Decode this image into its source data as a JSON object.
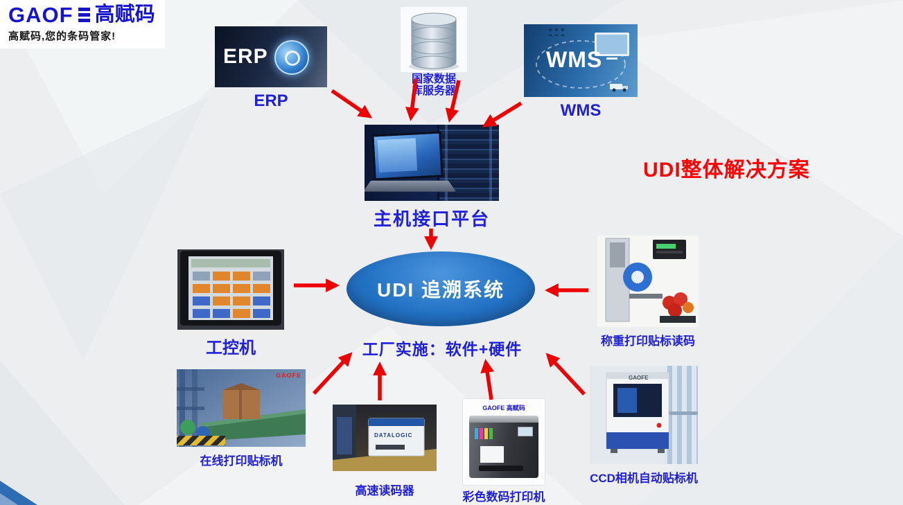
{
  "logo": {
    "brand_en": "GAOF",
    "brand_cn": "高赋码",
    "tagline": "高赋码,您的条码管家!"
  },
  "title": "UDI整体解决方案",
  "center": {
    "ellipse_label": "UDI 追溯系统",
    "implementation": "工厂实施：软件+硬件"
  },
  "nodes": {
    "erp": {
      "label": "ERP",
      "img_text": "ERP"
    },
    "database": {
      "label": "国家数据\n库服务器"
    },
    "wms": {
      "label": "WMS",
      "img_text": "WMS"
    },
    "host": {
      "label": "主机接口平台"
    },
    "ipc": {
      "label": "工控机"
    },
    "weigher": {
      "label": "称重打印贴标读码"
    },
    "inline_labeler": {
      "label": "在线打印贴标机",
      "img_text": "GAOFE"
    },
    "reader": {
      "label": "高速读码器",
      "img_text": "DATALOGIC"
    },
    "color_printer": {
      "label": "彩色数码打印机",
      "img_text": "GAOFE 高赋码"
    },
    "ccd": {
      "label": "CCD相机自动贴标机",
      "img_text": "GAOFE"
    }
  },
  "colors": {
    "label_blue": "#2020d8",
    "title_red": "#fb0404",
    "arrow_red": "#ee0000",
    "ellipse_blue": "#2372c4"
  }
}
